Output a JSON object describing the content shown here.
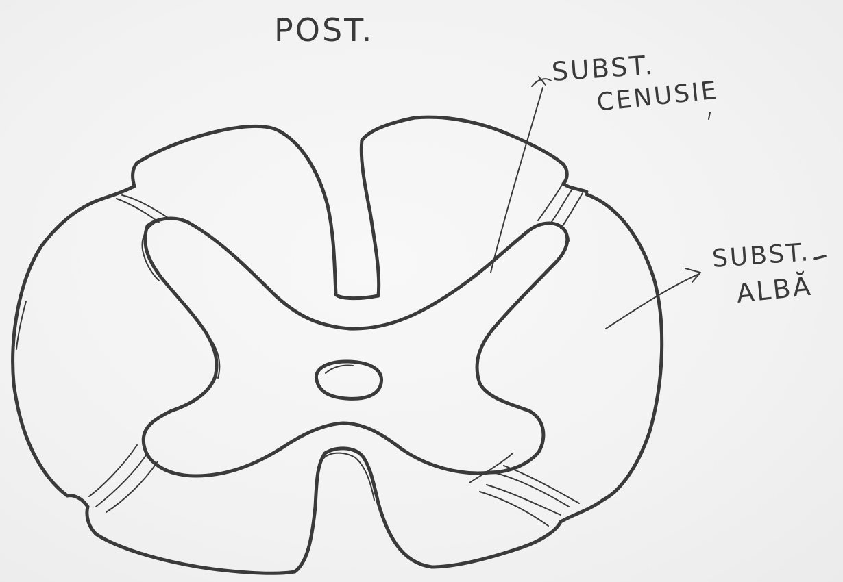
{
  "labels": {
    "top": "POST.",
    "grey_matter": [
      "SUBST.",
      "CENUSIE"
    ],
    "white_matter": [
      "SUBST.",
      "ALBĂ"
    ]
  },
  "colors": {
    "ink": "#3a3a3a",
    "paper": "#f4f4f4"
  }
}
